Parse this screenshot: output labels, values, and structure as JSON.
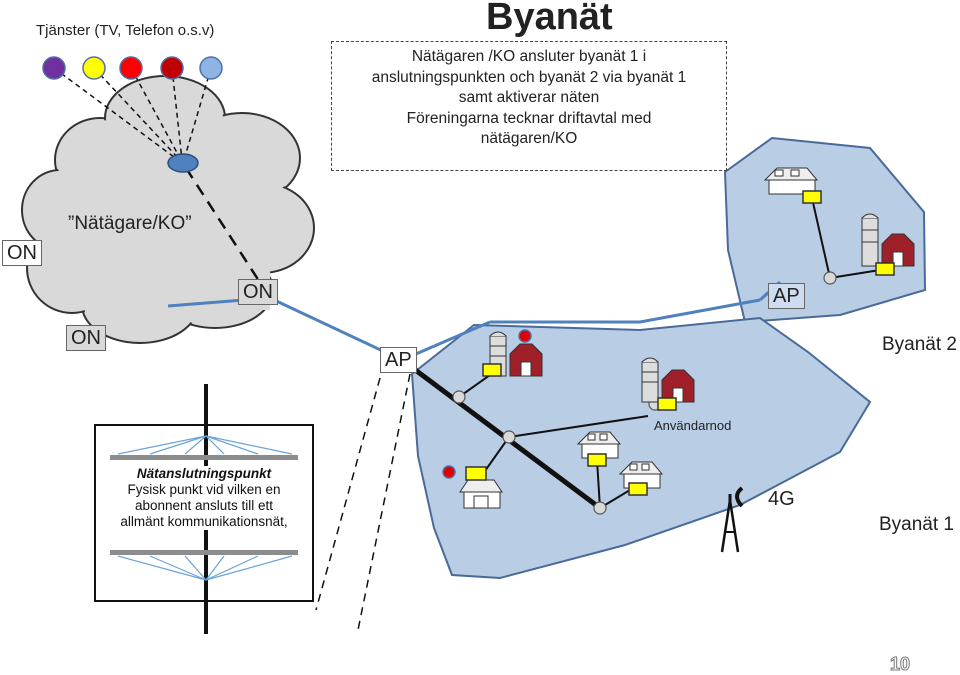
{
  "services_label": "Tjänster (TV, Telefon o.s.v)",
  "title": "Byanät",
  "info_lines": [
    "Nätägaren /KO ansluter byanät 1 i",
    "anslutningspunkten och byanät 2 via byanät 1",
    "samt aktiverar näten",
    "Föreningarna  tecknar driftavtal med",
    "nätägaren/KO"
  ],
  "owner_label": "Nätägare/KO",
  "on_labels": {
    "left": "ON",
    "cloud_right": "ON",
    "cloud_bottom": "ON"
  },
  "ap_labels": {
    "byanat1": "AP",
    "byanat2": "AP"
  },
  "byanat2_label": "Byanät 2",
  "byanat1_label": "Byanät 1",
  "user_node_label": "Användarnod",
  "mobile_label": "4G",
  "connection_point": {
    "title": "Nätanslutningspunkt",
    "lines": [
      "Fysisk punkt vid vilken en",
      "abonnent ansluts till ett",
      "allmänt kommunikationsnät,"
    ]
  },
  "page_number": "10",
  "colors": {
    "cloud": "#d9d9d9",
    "area_fill": "#b9cde5",
    "area_stroke": "#4a6a99",
    "link_blue": "#4f81bd",
    "service_dots": [
      "#7030a0",
      "#ffff00",
      "#ff0000",
      "#c00000",
      "#8eb4e3"
    ],
    "terminal": "#ffff00"
  },
  "icons": [
    "house-icon",
    "barn-icon",
    "silo-icon",
    "antenna-icon"
  ]
}
